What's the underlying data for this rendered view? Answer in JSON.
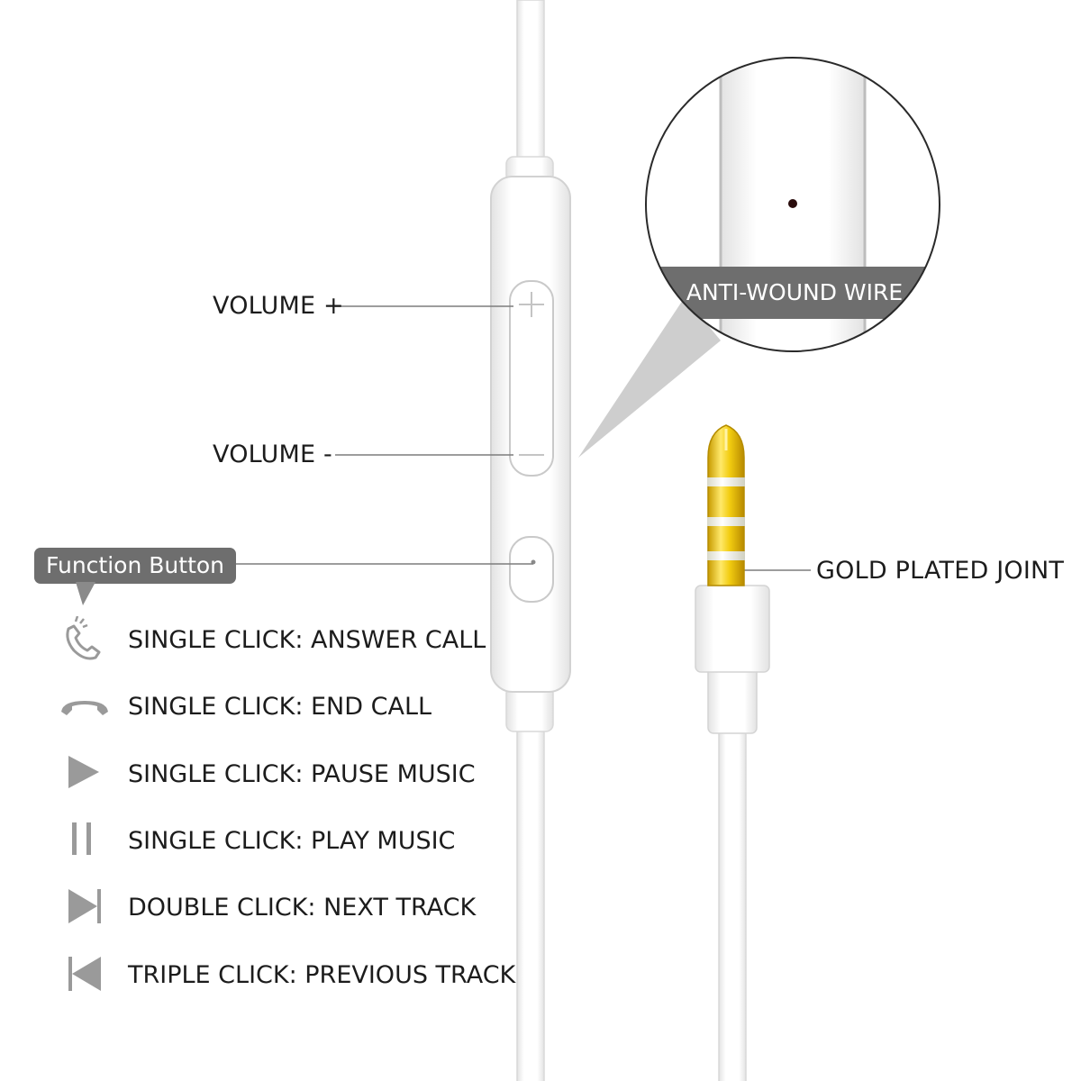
{
  "labels": {
    "volume_up": "VOLUME +",
    "volume_down": "VOLUME -",
    "function_button": "Function Button",
    "anti_wound": "ANTI-WOUND WIRE",
    "gold_joint": "GOLD PLATED JOINT"
  },
  "controls": [
    {
      "icon": "phone-answer-icon",
      "text": "SINGLE CLICK: ANSWER CALL"
    },
    {
      "icon": "phone-end-icon",
      "text": "SINGLE CLICK: END CALL"
    },
    {
      "icon": "play-icon",
      "text": "SINGLE CLICK: PAUSE MUSIC"
    },
    {
      "icon": "pause-icon",
      "text": "SINGLE CLICK: PLAY MUSIC"
    },
    {
      "icon": "next-track-icon",
      "text": "DOUBLE CLICK: NEXT TRACK"
    },
    {
      "icon": "previous-track-icon",
      "text": "TRIPLE CLICK: PREVIOUS TRACK"
    }
  ],
  "colors": {
    "wire": "#ffffff",
    "wire_edge": "#d6d6d6",
    "badge": "#6e6e6e",
    "icon_gray": "#9a9a9a",
    "gold": "#e9c400",
    "silver_ring": "#f3f3ea"
  }
}
